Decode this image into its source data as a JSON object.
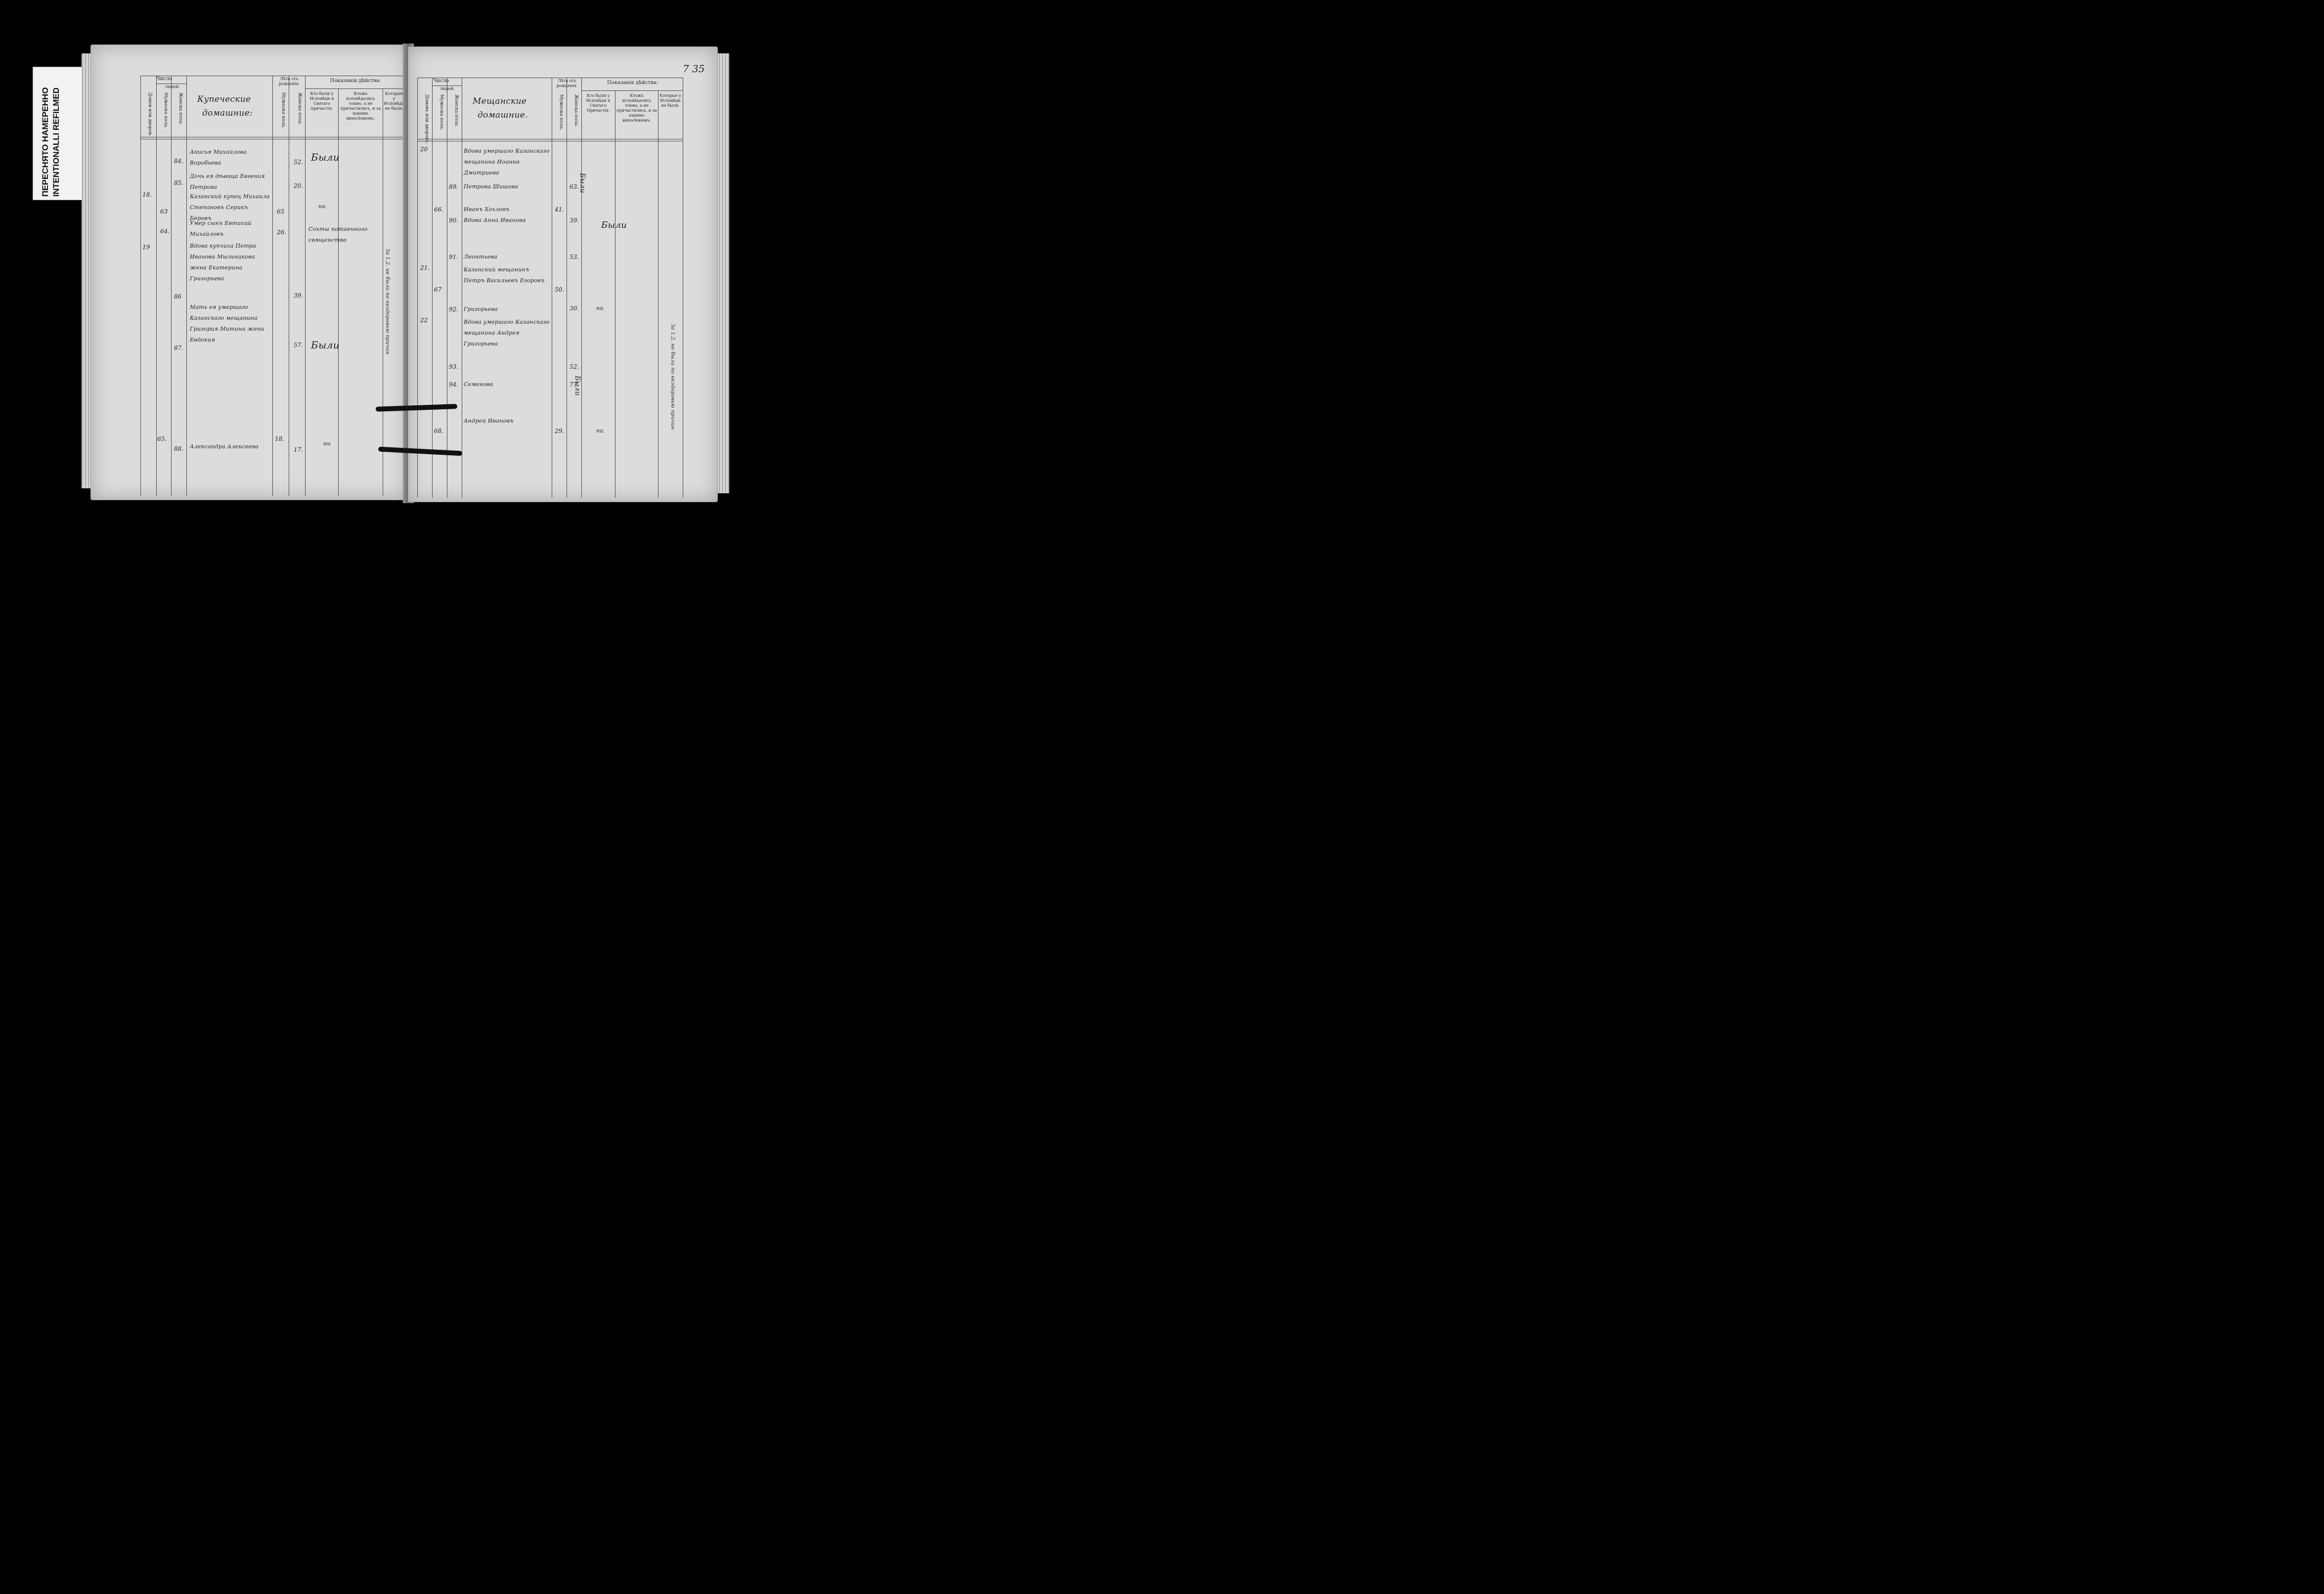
{
  "stamp": {
    "line1": "ПЕРЕСНЯТО НАМЕРЕННО",
    "line2": "INTENTIONALLI REFILMED"
  },
  "page_number": "7 35",
  "left_page": {
    "header": {
      "chislo": "Число",
      "lyudei": "людей.",
      "dvorov": "Домов или дворов.",
      "muzh": "Мужеска пола.",
      "zhen": "Женска пола.",
      "title_line1": "Купеческие",
      "title_line2": "домашние:",
      "leta": "Лѣта отъ рожденія.",
      "leta_m": "Мужеска пола.",
      "leta_zh": "Женска пола.",
      "pokazania": "Показанія дѣйства:",
      "col1": "Кто были у Исповѣди и Святаго причастія.",
      "col2": "Ктожъ исповѣдались токмо, а не причастились, и за какимъ виносłовіемъ.",
      "col3": "Которые у Исповѣди не были."
    },
    "rows": [
      {
        "house": "",
        "m": "",
        "f": "84.",
        "name": "Анисья Михайлова Воробьева",
        "am": "",
        "af": "52.",
        "mark": "Были"
      },
      {
        "house": "",
        "m": "",
        "f": "85.",
        "name": "Дочь ея дѣвица Евгения Петрова",
        "am": "",
        "af": "20.",
        "mark": ""
      },
      {
        "house": "18.",
        "m": "63",
        "f": "",
        "name": "Казанский купец Михаила Степановъ Серикъ Беровъ",
        "am": "65",
        "af": "",
        "mark": "ни"
      },
      {
        "house": "",
        "m": "64.",
        "f": "",
        "name": "Умер сынъ Евтихий Михайловъ",
        "am": "26.",
        "af": "",
        "mark": "Сохты потаенного священства"
      },
      {
        "house": "19",
        "m": "",
        "f": "86",
        "name": "Вдова купчиха Петра Иванова Мыльникова жена Екатерина Григорьева",
        "am": "",
        "af": "39.",
        "mark": ""
      },
      {
        "house": "",
        "m": "",
        "f": "87.",
        "name": "Мать ея умершаго Казанскаго мещанина Григория Митина жена Евдокия",
        "am": "",
        "af": "57.",
        "mark": "Были"
      },
      {
        "house": "",
        "m": "65.",
        "f": "88.",
        "name": "Александра Алексеева",
        "am": "18.",
        "af": "17.",
        "mark": "ни"
      }
    ],
    "margin_note": "За 1.2. не были по нездоровью причин"
  },
  "right_page": {
    "header": {
      "chislo": "Число",
      "lyudei": "людей.",
      "dvorov": "Домовъ или дворовъ.",
      "muzh": "Мужеска пола.",
      "zhen": "Женска пола.",
      "title_line1": "Мещанские",
      "title_line2": "домашние.",
      "leta": "Лѣта отъ рожденія.",
      "leta_m": "Мужеска пола.",
      "leta_zh": "Женска пола.",
      "pokazania": "Показанія дѣйства:",
      "col1": "Кто были у Исповѣди и Святаго Причастія.",
      "col2": "Ктожъ исповѣдались токмо, а не причастились, и за какимъ виносłовіемъ.",
      "col3": "Которые у Исповѣди не были."
    },
    "rows": [
      {
        "house": "20",
        "m": "",
        "f": "",
        "name": "Вдова умершаго Казанскаго мещанина Иоанна Дмитриева",
        "am": "",
        "af": "",
        "mark": "Были"
      },
      {
        "house": "",
        "m": "",
        "f": "89.",
        "name": "Петрова Шишова",
        "am": "",
        "af": "63.",
        "mark": ""
      },
      {
        "house": "",
        "m": "66.",
        "f": "",
        "name": "Иванъ Хохловъ",
        "am": "41.",
        "af": "",
        "mark": ""
      },
      {
        "house": "",
        "m": "",
        "f": "90.",
        "name": "Вдова Анна Иванова",
        "am": "",
        "af": "39.",
        "mark": "Были"
      },
      {
        "house": "",
        "m": "",
        "f": "91.",
        "name": "Леонтьева",
        "am": "",
        "af": "53.",
        "mark": ""
      },
      {
        "house": "21.",
        "m": "67",
        "f": "",
        "name": "Казанский мещанинъ Петръ Васильевъ Егоровъ",
        "am": "50.",
        "af": "",
        "mark": ""
      },
      {
        "house": "",
        "m": "",
        "f": "92.",
        "name": "Григорьева",
        "am": "",
        "af": "30.",
        "mark": "ни"
      },
      {
        "house": "22",
        "m": "",
        "f": "93.",
        "name": "Вдова умершаго Казанскаго мещанина Андрея Григорьева",
        "am": "",
        "af": "52.",
        "mark": ""
      },
      {
        "house": "",
        "m": "",
        "f": "94.",
        "name": "Семенова",
        "am": "",
        "af": "77.",
        "mark": "Были"
      },
      {
        "house": "",
        "m": "68.",
        "f": "",
        "name": "Андрей Ивановъ",
        "am": "29.",
        "af": "",
        "mark": "ни"
      }
    ],
    "margin_note": "За 1.2. не были по нездоровью причин"
  },
  "colors": {
    "page": "#dcdcdc",
    "background": "#000000",
    "ink": "#222222"
  }
}
